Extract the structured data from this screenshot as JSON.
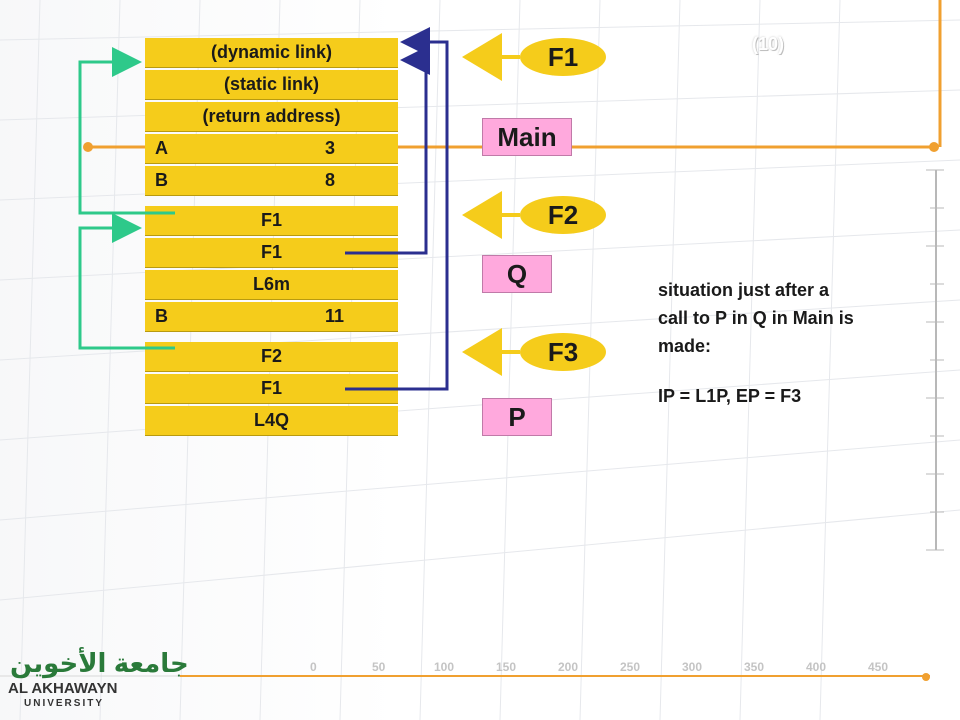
{
  "slide_number": "(10)",
  "frames": [
    {
      "cells": [
        {
          "text": "(dynamic link)"
        },
        {
          "text": "(static link)"
        },
        {
          "text": "(return address)"
        },
        {
          "key": "A",
          "value": "3"
        },
        {
          "key": "B",
          "value": "8"
        }
      ]
    },
    {
      "cells": [
        {
          "text": "F1"
        },
        {
          "text": "F1"
        },
        {
          "text": "L6m"
        },
        {
          "key": "B",
          "value": "11"
        }
      ]
    },
    {
      "cells": [
        {
          "text": "F2"
        },
        {
          "text": "F1"
        },
        {
          "text": "L4Q"
        }
      ]
    }
  ],
  "frame_labels": [
    "F1",
    "F2",
    "F3"
  ],
  "procedure_labels": [
    "Main",
    "Q",
    "P"
  ],
  "note": {
    "line1": "situation just after a",
    "line2": "call to P in Q in Main is",
    "line3": "made:",
    "line4": "IP = L1P, EP = F3"
  },
  "ruler_ticks": [
    "0",
    "50",
    "100",
    "150",
    "200",
    "250",
    "300",
    "350",
    "400",
    "450"
  ],
  "logo": {
    "arabic": "جامعة الأخوين",
    "name": "AL AKHAWAYN",
    "sub": "UNIVERSITY"
  },
  "colors": {
    "cell": "#f5cc1b",
    "frame_label": "#f5cc1b",
    "procedure_label": "#ffa9dd",
    "dynamic_link_arrow": "#2ec98a",
    "static_link_arrow": "#2b2f8f",
    "pointer_arrow": "#f5cc1b",
    "orange_line": "#f0a030"
  }
}
